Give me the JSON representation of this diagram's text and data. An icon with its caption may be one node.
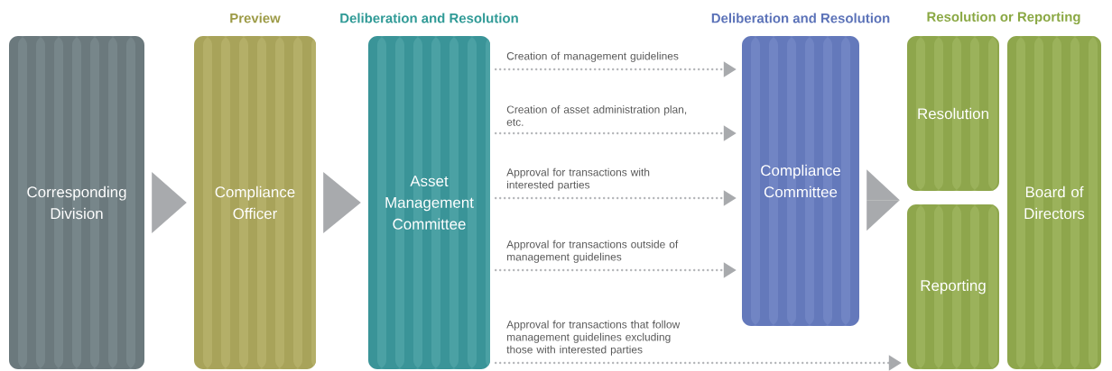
{
  "diagram": {
    "nodes": [
      {
        "text": [
          "Corresponding Division"
        ]
      },
      {
        "text": [
          "Compliance Officer"
        ],
        "beside": [
          "Preview"
        ]
      },
      {
        "text": [
          "Asset Management Committee"
        ],
        "beside": [
          "Deliberation and Resolution"
        ]
      },
      {
        "text": [
          "Compliance Committee"
        ],
        "beside": [
          "Deliberation and Resolution"
        ]
      },
      {
        "text": [
          "Resolution"
        ]
      },
      {
        "text": [
          "Reporting"
        ]
      },
      {
        "text": [
          "Board of Directors"
        ]
      }
    ],
    "edges": [
      {
        "from": 0,
        "to": 1,
        "arrow": "to",
        "style": "thick"
      },
      {
        "from": 1,
        "to": 2,
        "arrow": "to",
        "style": "thick"
      },
      {
        "from": 2,
        "to": 3,
        "arrow": "to",
        "label": "Creation of management guidelines"
      },
      {
        "from": 2,
        "to": 3,
        "arrow": "to",
        "label": "Creation of asset administration plan, etc."
      },
      {
        "from": 2,
        "to": 3,
        "arrow": "to",
        "label": "Approval for transactions with interested parties"
      },
      {
        "from": 2,
        "to": 3,
        "arrow": "to",
        "label": "Approval for transactions outside of management guidelines"
      },
      {
        "from": 2,
        "to": 5,
        "arrow": "to",
        "label": "Approval for transactions that follow management guidelines excluding those with interested parties"
      },
      {
        "from": 3,
        "to": 4,
        "arrow": "to",
        "style": "thick"
      },
      {
        "from": 3,
        "to": 5,
        "arrow": "to",
        "style": "thick"
      }
    ],
    "labels": [
      "Resolution or Reporting"
    ]
  }
}
